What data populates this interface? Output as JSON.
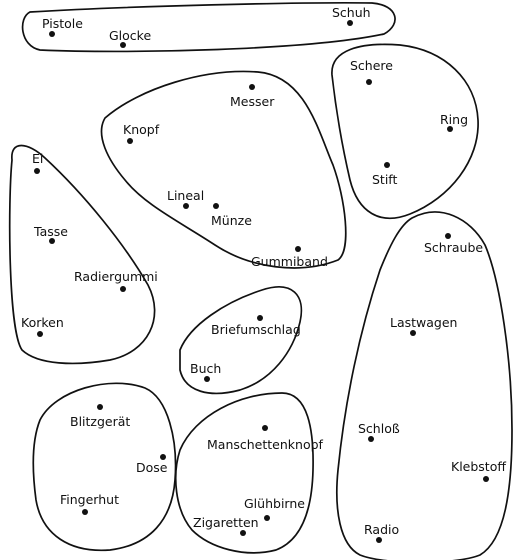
{
  "groups": [
    {
      "id": "g1",
      "items": [
        {
          "label": "Pistole"
        },
        {
          "label": "Glocke"
        },
        {
          "label": "Schuh"
        }
      ]
    },
    {
      "id": "g2",
      "items": [
        {
          "label": "Knopf"
        },
        {
          "label": "Messer"
        },
        {
          "label": "Lineal"
        },
        {
          "label": "Münze"
        },
        {
          "label": "Gummiband"
        }
      ]
    },
    {
      "id": "g3",
      "items": [
        {
          "label": "Schere"
        },
        {
          "label": "Ring"
        },
        {
          "label": "Stift"
        }
      ]
    },
    {
      "id": "g4",
      "items": [
        {
          "label": "Ei"
        },
        {
          "label": "Tasse"
        },
        {
          "label": "Radiergummi"
        },
        {
          "label": "Korken"
        }
      ]
    },
    {
      "id": "g5",
      "items": [
        {
          "label": "Briefumschlag"
        },
        {
          "label": "Buch"
        }
      ]
    },
    {
      "id": "g6",
      "items": [
        {
          "label": "Schraube"
        },
        {
          "label": "Lastwagen"
        },
        {
          "label": "Schloß"
        },
        {
          "label": "Klebstoff"
        },
        {
          "label": "Radio"
        }
      ]
    },
    {
      "id": "g7",
      "items": [
        {
          "label": "Blitzgerät"
        },
        {
          "label": "Dose"
        },
        {
          "label": "Fingerhut"
        }
      ]
    },
    {
      "id": "g8",
      "items": [
        {
          "label": "Manschettenknopf"
        },
        {
          "label": "Glühbirne"
        },
        {
          "label": "Zigaretten"
        }
      ]
    }
  ]
}
